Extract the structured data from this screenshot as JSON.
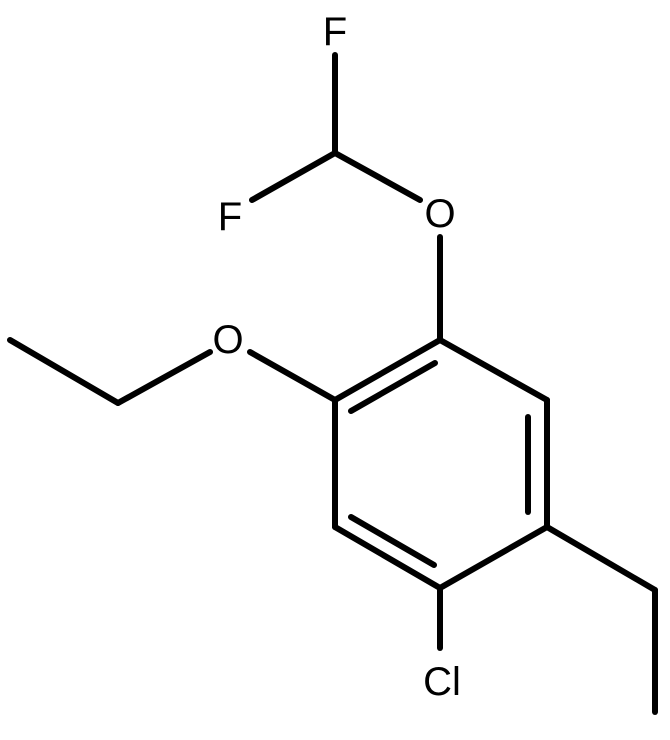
{
  "molecule": {
    "atoms": {
      "f_top": "F",
      "f_left": "F",
      "o_difluoromethoxy": "O",
      "o_ethoxy": "O",
      "cl": "Cl"
    }
  }
}
